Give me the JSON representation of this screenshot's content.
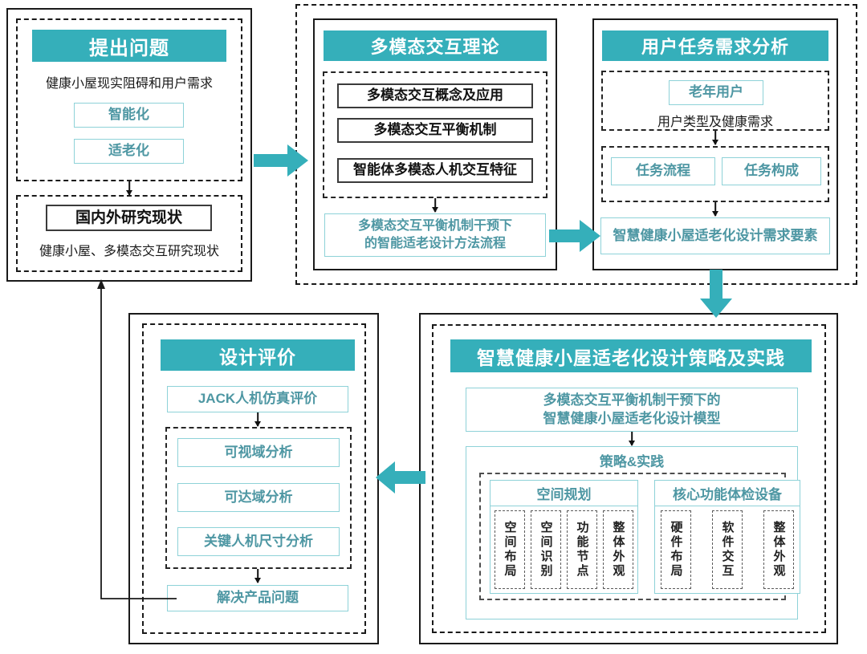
{
  "theme": {
    "accent": "#35AFBA",
    "accent_text": "#4E97A3",
    "box_border": "#8ED2D8",
    "frame": "#1a1a1a"
  },
  "panels": {
    "problem": {
      "header": "提出问题",
      "subtitle": "健康小屋现实阻碍和用户需求",
      "tags": [
        "智能化",
        "适老化"
      ],
      "research_box": "国内外研究现状",
      "research_caption": "健康小屋、多模态交互研究现状"
    },
    "theory": {
      "header": "多模态交互理论",
      "items": [
        "多模态交互概念及应用",
        "多模态交互平衡机制",
        "智能体多模态人机交互特征"
      ],
      "outcome": "多模态交互平衡机制干预下\n的智能适老设计方法流程"
    },
    "user_task": {
      "header": "用户任务需求分析",
      "user_tag": "老年用户",
      "user_caption": "用户类型及健康需求",
      "task_tags": [
        "任务流程",
        "任务构成"
      ],
      "outcome": "智慧健康小屋适老化设计需求要素"
    },
    "evaluation": {
      "header": "设计评价",
      "sim_box": "JACK人机仿真评价",
      "analyses": [
        "可视域分析",
        "可达域分析",
        "关键人机尺寸分析"
      ],
      "result": "解决产品问题"
    },
    "strategy": {
      "header": "智慧健康小屋适老化设计策略及实践",
      "model": "多模态交互平衡机制干预下的\n智慧健康小屋适老化设计模型",
      "practice_label": "策略&实践",
      "groups": [
        {
          "title": "空间规划",
          "columns": [
            "空间布局",
            "空间识别",
            "功能节点",
            "整体外观"
          ]
        },
        {
          "title": "核心功能体检设备",
          "columns": [
            "硬件布局",
            "软件交互",
            "整体外观"
          ]
        }
      ]
    }
  },
  "connectors": {
    "problem_to_theory": "right-block-arrow",
    "theory_to_user_task": "right-block-arrow",
    "user_task_to_strategy": "down-block-arrow",
    "strategy_to_evaluation": "left-block-arrow",
    "evaluation_to_problem": "feedback-polyline"
  }
}
